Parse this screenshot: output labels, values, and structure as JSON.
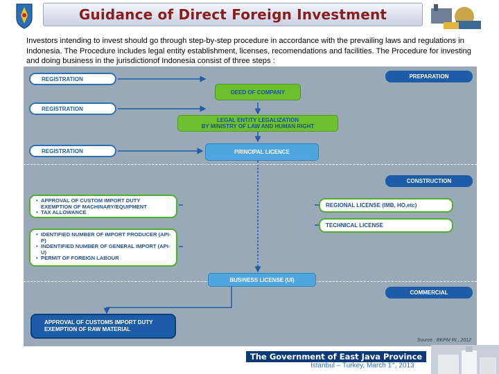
{
  "header": {
    "title": "Guidance of Direct Foreign Investment",
    "logo_left_icon": "provincial-shield-emblem-icon",
    "logo_right_icon": "industry-collage-icon"
  },
  "intro": "Investors intending to invest should go through step-by-step procedure in accordance with the prevailing laws and regulations in Indonesia. The Procedure includes legal entity establishment, licenses, recomendations and facilities. The Procedure for investing and doing business in the jurisdictionof Indonesia consist of three steps :",
  "diagram": {
    "phases": [
      "PREPARATION",
      "CONSTRUCTION",
      "COMMERCIAL"
    ],
    "registrations": [
      "REGISTRATION",
      "REGISTRATION",
      "REGISTRATION"
    ],
    "center_steps": {
      "deed": "DEED OF COMPANY",
      "legal_line1": "LEGAL ENTITY LEGALIZATION",
      "legal_line2": "BY MINISTRY OF LAW AND HUMAN RIGHT",
      "principal": "PRINCIPAL LICENCE",
      "business": "BUSINESS LICENSE (UI)"
    },
    "left_list_1": [
      "APPROVAL OF CUSTOM IMPORT DUTY EXEMPTION OF MACHINARY/EQUIPMENT",
      "TAX ALLOWANCE"
    ],
    "left_list_2": [
      "IDENTIFIED NUMBER OF IMPORT PRODUCER (API-P)",
      "INDENTIFIED NUMBER OF GENERAL IMPORT (API-U)",
      "PERMIT OF FOREIGN LABOUR"
    ],
    "right_items": [
      "REGIONAL LICENSE (IMB, HO,etc)",
      "TECHNICAL LICENSE"
    ],
    "final_line1": "APPROVAL OF CUSTOMS IMPORT DUTY",
    "final_line2": "EXEMPTION OF RAW MATERIAL",
    "source": "Source : BKPM RI , 2012"
  },
  "footer": {
    "title": "The Government of East Java Province",
    "subtitle_pre": "Istanbul – Turkey, March 1",
    "subtitle_sup": "st",
    "subtitle_post": ", 2013",
    "photo_icon": "building-photo-icon"
  },
  "colors": {
    "title_red": "#8a1c1c",
    "phase_blue": "#1d5ca6",
    "step_green": "#6cbf2f",
    "step_light_blue": "#4fa6de",
    "diagram_bg": "#9aa9b8"
  }
}
